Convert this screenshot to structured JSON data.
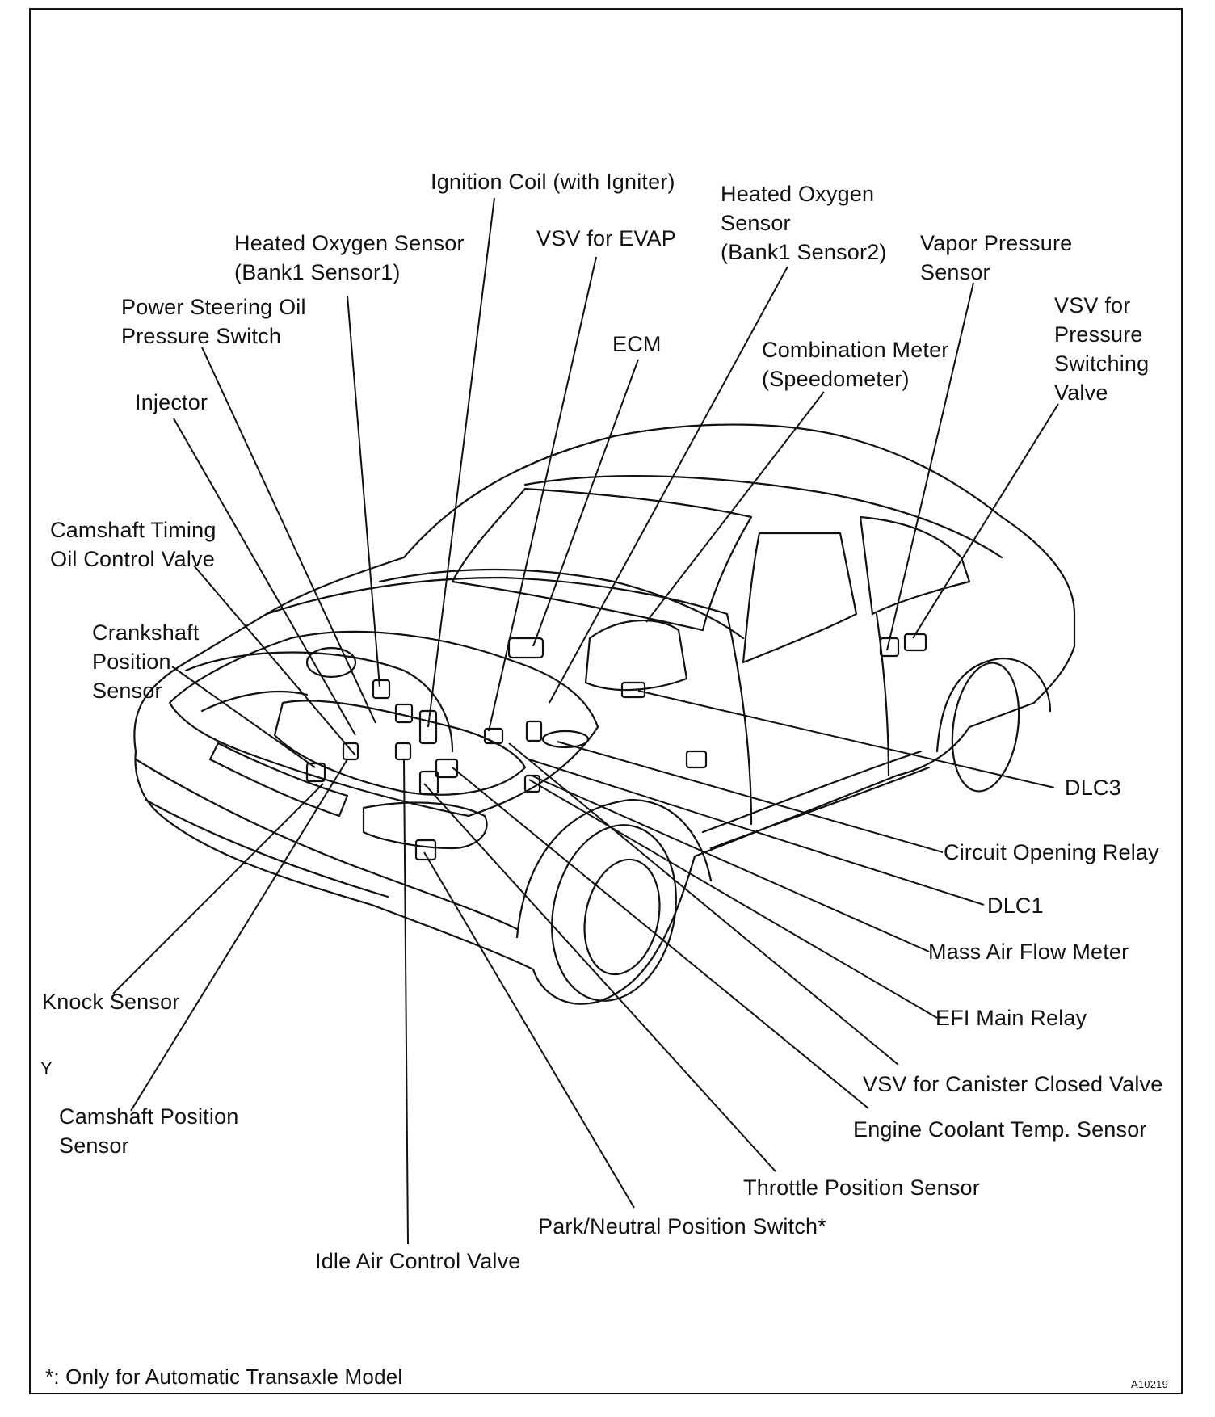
{
  "labels": {
    "ignition_coil": "Ignition Coil (with Igniter)",
    "heated_o2_b1s2": "Heated Oxygen\nSensor\n(Bank1 Sensor2)",
    "heated_o2_b1s1": "Heated Oxygen Sensor\n(Bank1 Sensor1)",
    "vsv_evap": "VSV for EVAP",
    "vapor_pressure": "Vapor Pressure\nSensor",
    "power_steering": "Power Steering Oil\nPressure Switch",
    "vsv_pressure": "VSV for\nPressure\nSwitching\nValve",
    "ecm": "ECM",
    "combination_meter": "Combination Meter\n(Speedometer)",
    "injector": "Injector",
    "camshaft_timing": "Camshaft Timing\nOil Control Valve",
    "crankshaft": "Crankshaft\nPosition\nSensor",
    "dlc3": "DLC3",
    "circuit_opening_relay": "Circuit Opening Relay",
    "dlc1": "DLC1",
    "mass_air_flow": "Mass Air Flow Meter",
    "knock_sensor": "Knock Sensor",
    "efi_main_relay": "EFI Main Relay",
    "y_mark": "Y",
    "vsv_canister": "VSV for Canister Closed Valve",
    "camshaft_position": "Camshaft Position\nSensor",
    "engine_coolant": "Engine Coolant Temp. Sensor",
    "throttle_position": "Throttle Position Sensor",
    "park_neutral": "Park/Neutral Position Switch*",
    "idle_air": "Idle Air Control Valve"
  },
  "footnote": "*: Only for Automatic Transaxle Model",
  "figure_code": "A10219"
}
